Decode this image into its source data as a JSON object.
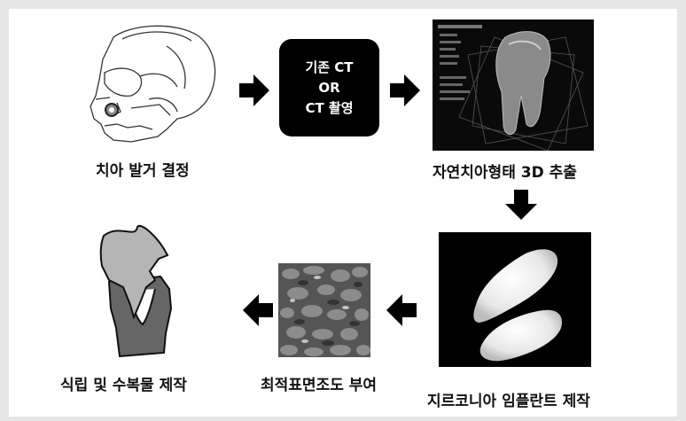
{
  "steps": {
    "tooth_extraction": "치아 발거 결정",
    "ct_line1": "기존 CT",
    "ct_line2": "OR",
    "ct_line3": "CT 촬영",
    "extract_3d": "자연치아형태 3D 추출",
    "zirconia": "지르코니아 임플란트 제작",
    "surface": "최적표면조도 부여",
    "prosthesis": "식립 및 수복물 제작"
  },
  "arrows": {
    "row1": "right",
    "row1_to_row2": "down",
    "row2": "left"
  },
  "colors": {
    "background": "#ffffff",
    "border": "#e6e6e6",
    "box": "#000000",
    "text": "#111111"
  },
  "icons": [
    "skull-sketch-icon",
    "tooth-3d-render-icon",
    "zirconia-implant-photo-icon",
    "sem-surface-icon",
    "implant-crown-diagram-icon"
  ]
}
